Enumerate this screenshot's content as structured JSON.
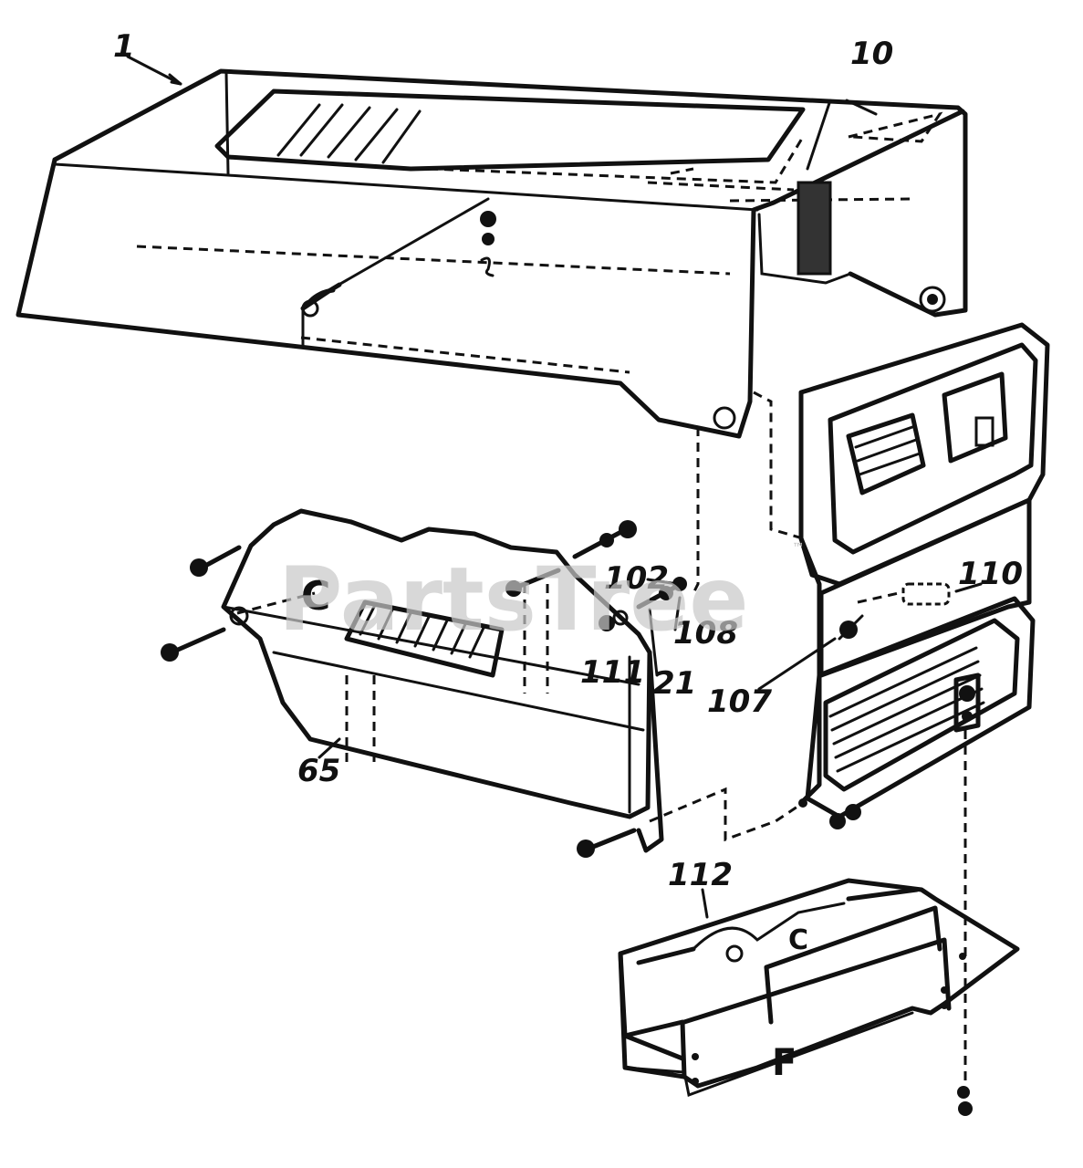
{
  "watermark": {
    "text": "PartsTree",
    "trademark": "™"
  },
  "callouts": [
    {
      "id": "c1",
      "text": "1"
    },
    {
      "id": "c10",
      "text": "10"
    },
    {
      "id": "c102",
      "text": "102"
    },
    {
      "id": "c108",
      "text": "108"
    },
    {
      "id": "c110",
      "text": "110"
    },
    {
      "id": "c111",
      "text": "111"
    },
    {
      "id": "c21",
      "text": "21"
    },
    {
      "id": "c107",
      "text": "107"
    },
    {
      "id": "c65",
      "text": "65"
    },
    {
      "id": "c112",
      "text": "112"
    }
  ],
  "reference_letters": {
    "c_left": "C",
    "c_bracket": "C",
    "f_bracket": "F"
  }
}
